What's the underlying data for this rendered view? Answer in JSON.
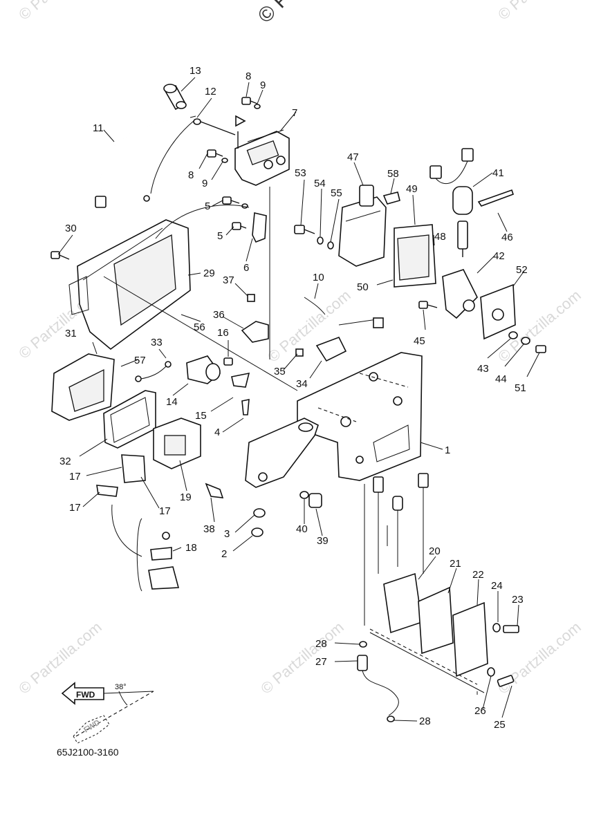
{
  "watermark": {
    "text": "© Partzilla.com",
    "top_text": "© Pa"
  },
  "diagram_code": "65J2100-3160",
  "fwd_indicator": {
    "label": "FWD",
    "angle": "38°"
  },
  "callouts": [
    {
      "id": "c1",
      "label": "1"
    },
    {
      "id": "c2",
      "label": "2"
    },
    {
      "id": "c3",
      "label": "3"
    },
    {
      "id": "c4",
      "label": "4"
    },
    {
      "id": "c5a",
      "label": "5"
    },
    {
      "id": "c5b",
      "label": "5"
    },
    {
      "id": "c6",
      "label": "6"
    },
    {
      "id": "c7",
      "label": "7"
    },
    {
      "id": "c8a",
      "label": "8"
    },
    {
      "id": "c8b",
      "label": "8"
    },
    {
      "id": "c9a",
      "label": "9"
    },
    {
      "id": "c9b",
      "label": "9"
    },
    {
      "id": "c10",
      "label": "10"
    },
    {
      "id": "c11",
      "label": "11"
    },
    {
      "id": "c12",
      "label": "12"
    },
    {
      "id": "c13",
      "label": "13"
    },
    {
      "id": "c14",
      "label": "14"
    },
    {
      "id": "c15",
      "label": "15"
    },
    {
      "id": "c16",
      "label": "16"
    },
    {
      "id": "c17a",
      "label": "17"
    },
    {
      "id": "c17b",
      "label": "17"
    },
    {
      "id": "c17c",
      "label": "17"
    },
    {
      "id": "c18",
      "label": "18"
    },
    {
      "id": "c19",
      "label": "19"
    },
    {
      "id": "c20",
      "label": "20"
    },
    {
      "id": "c21",
      "label": "21"
    },
    {
      "id": "c22",
      "label": "22"
    },
    {
      "id": "c23",
      "label": "23"
    },
    {
      "id": "c24",
      "label": "24"
    },
    {
      "id": "c25",
      "label": "25"
    },
    {
      "id": "c26",
      "label": "26"
    },
    {
      "id": "c27",
      "label": "27"
    },
    {
      "id": "c28a",
      "label": "28"
    },
    {
      "id": "c28b",
      "label": "28"
    },
    {
      "id": "c29",
      "label": "29"
    },
    {
      "id": "c30",
      "label": "30"
    },
    {
      "id": "c31",
      "label": "31"
    },
    {
      "id": "c32",
      "label": "32"
    },
    {
      "id": "c33",
      "label": "33"
    },
    {
      "id": "c34",
      "label": "34"
    },
    {
      "id": "c35",
      "label": "35"
    },
    {
      "id": "c36",
      "label": "36"
    },
    {
      "id": "c37",
      "label": "37"
    },
    {
      "id": "c38",
      "label": "38"
    },
    {
      "id": "c39",
      "label": "39"
    },
    {
      "id": "c40",
      "label": "40"
    },
    {
      "id": "c41",
      "label": "41"
    },
    {
      "id": "c42",
      "label": "42"
    },
    {
      "id": "c43",
      "label": "43"
    },
    {
      "id": "c44",
      "label": "44"
    },
    {
      "id": "c45",
      "label": "45"
    },
    {
      "id": "c46",
      "label": "46"
    },
    {
      "id": "c47",
      "label": "47"
    },
    {
      "id": "c48",
      "label": "48"
    },
    {
      "id": "c49",
      "label": "49"
    },
    {
      "id": "c50",
      "label": "50"
    },
    {
      "id": "c51",
      "label": "51"
    },
    {
      "id": "c52",
      "label": "52"
    },
    {
      "id": "c53",
      "label": "53"
    },
    {
      "id": "c54",
      "label": "54"
    },
    {
      "id": "c55",
      "label": "55"
    },
    {
      "id": "c56",
      "label": "56"
    },
    {
      "id": "c57",
      "label": "57"
    },
    {
      "id": "c58",
      "label": "58"
    }
  ]
}
